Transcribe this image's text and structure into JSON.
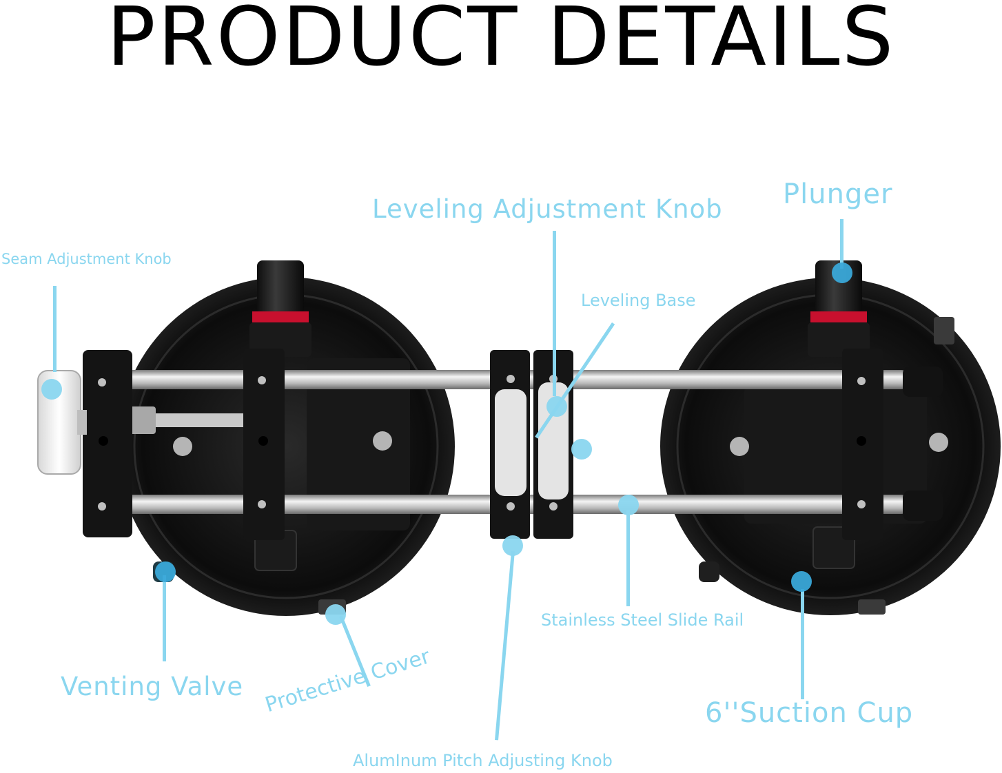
{
  "title": "PRODUCT DETAILS",
  "labels": {
    "plunger": "Plunger",
    "leveling_adjustment_knob": "Leveling Adjustment Knob",
    "seam_adjustment_knob": "Seam Adjustment Knob",
    "leveling_base": "Leveling Base",
    "stainless_steel_slide_rail": "Stainless Steel Slide Rail",
    "venting_valve": "Venting Valve",
    "protective_cover": "Protective Cover",
    "suction_cup": "6''Suction Cup",
    "aluminum_pitch_adjusting_knob": "AlumInum Pitch Adjusting Knob"
  },
  "colors": {
    "label": "#8ad6ef",
    "title": "#000000",
    "product_body": "#111111",
    "rail": "#c8c8c8",
    "accent_ring": "#c8102e"
  }
}
